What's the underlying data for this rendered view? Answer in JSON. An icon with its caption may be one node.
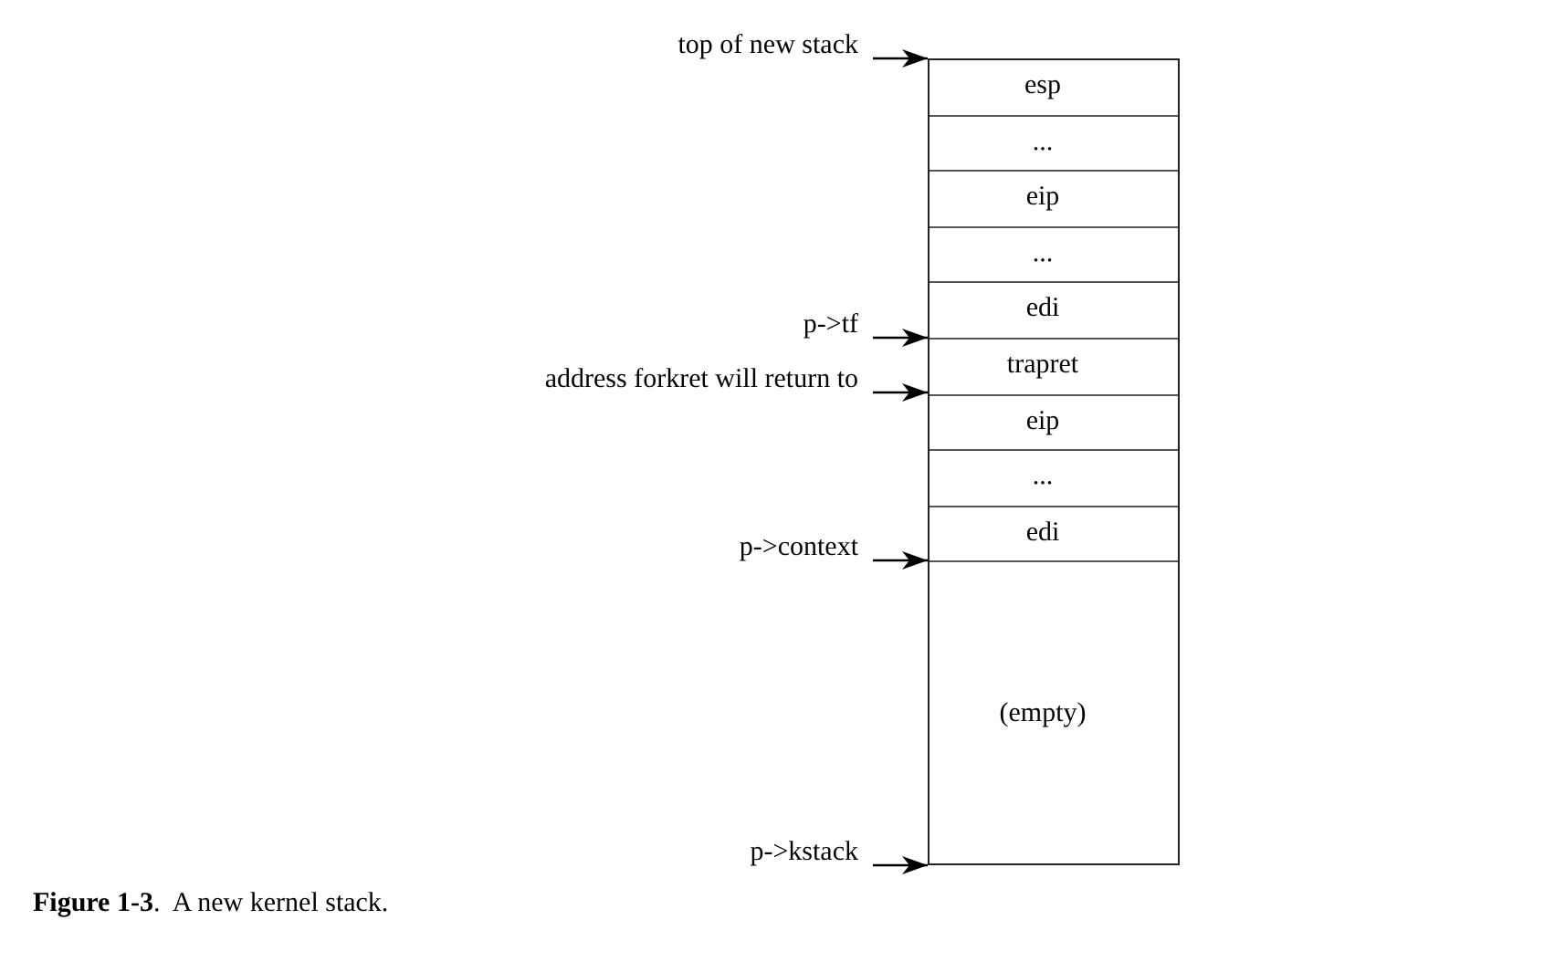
{
  "diagram": {
    "caption": "**Figure 1-3**.  A new kernel stack.",
    "nodes": [
      {
        "text": [],
        "shape": "box"
      },
      {
        "text": [
          "esp"
        ],
        "in": 0
      },
      {
        "text": [
          "..."
        ],
        "in": 0
      },
      {
        "text": [
          "eip"
        ],
        "in": 0
      },
      {
        "text": [
          "..."
        ],
        "in": 0
      },
      {
        "text": [
          "edi"
        ],
        "in": 0
      },
      {
        "text": [
          "trapret"
        ],
        "in": 0
      },
      {
        "text": [
          "eip"
        ],
        "in": 0
      },
      {
        "text": [
          "..."
        ],
        "in": 0
      },
      {
        "text": [
          "edi"
        ],
        "in": 0
      },
      {
        "text": [
          "(empty)"
        ],
        "in": 0
      },
      {
        "text": [
          "top of new stack"
        ]
      },
      {
        "text": [
          "p->tf"
        ]
      },
      {
        "text": [
          "address forkret will return to"
        ]
      },
      {
        "text": [
          "p->context"
        ]
      },
      {
        "text": [
          "p->kstack"
        ]
      }
    ],
    "edges": [
      {
        "from": 11,
        "to": 0,
        "arrow": "to"
      },
      {
        "from": 12,
        "to": 0,
        "arrow": "to"
      },
      {
        "from": 13,
        "to": 0,
        "arrow": "to"
      },
      {
        "from": 14,
        "to": 0,
        "arrow": "to"
      },
      {
        "from": 15,
        "to": 0,
        "arrow": "to"
      }
    ]
  }
}
